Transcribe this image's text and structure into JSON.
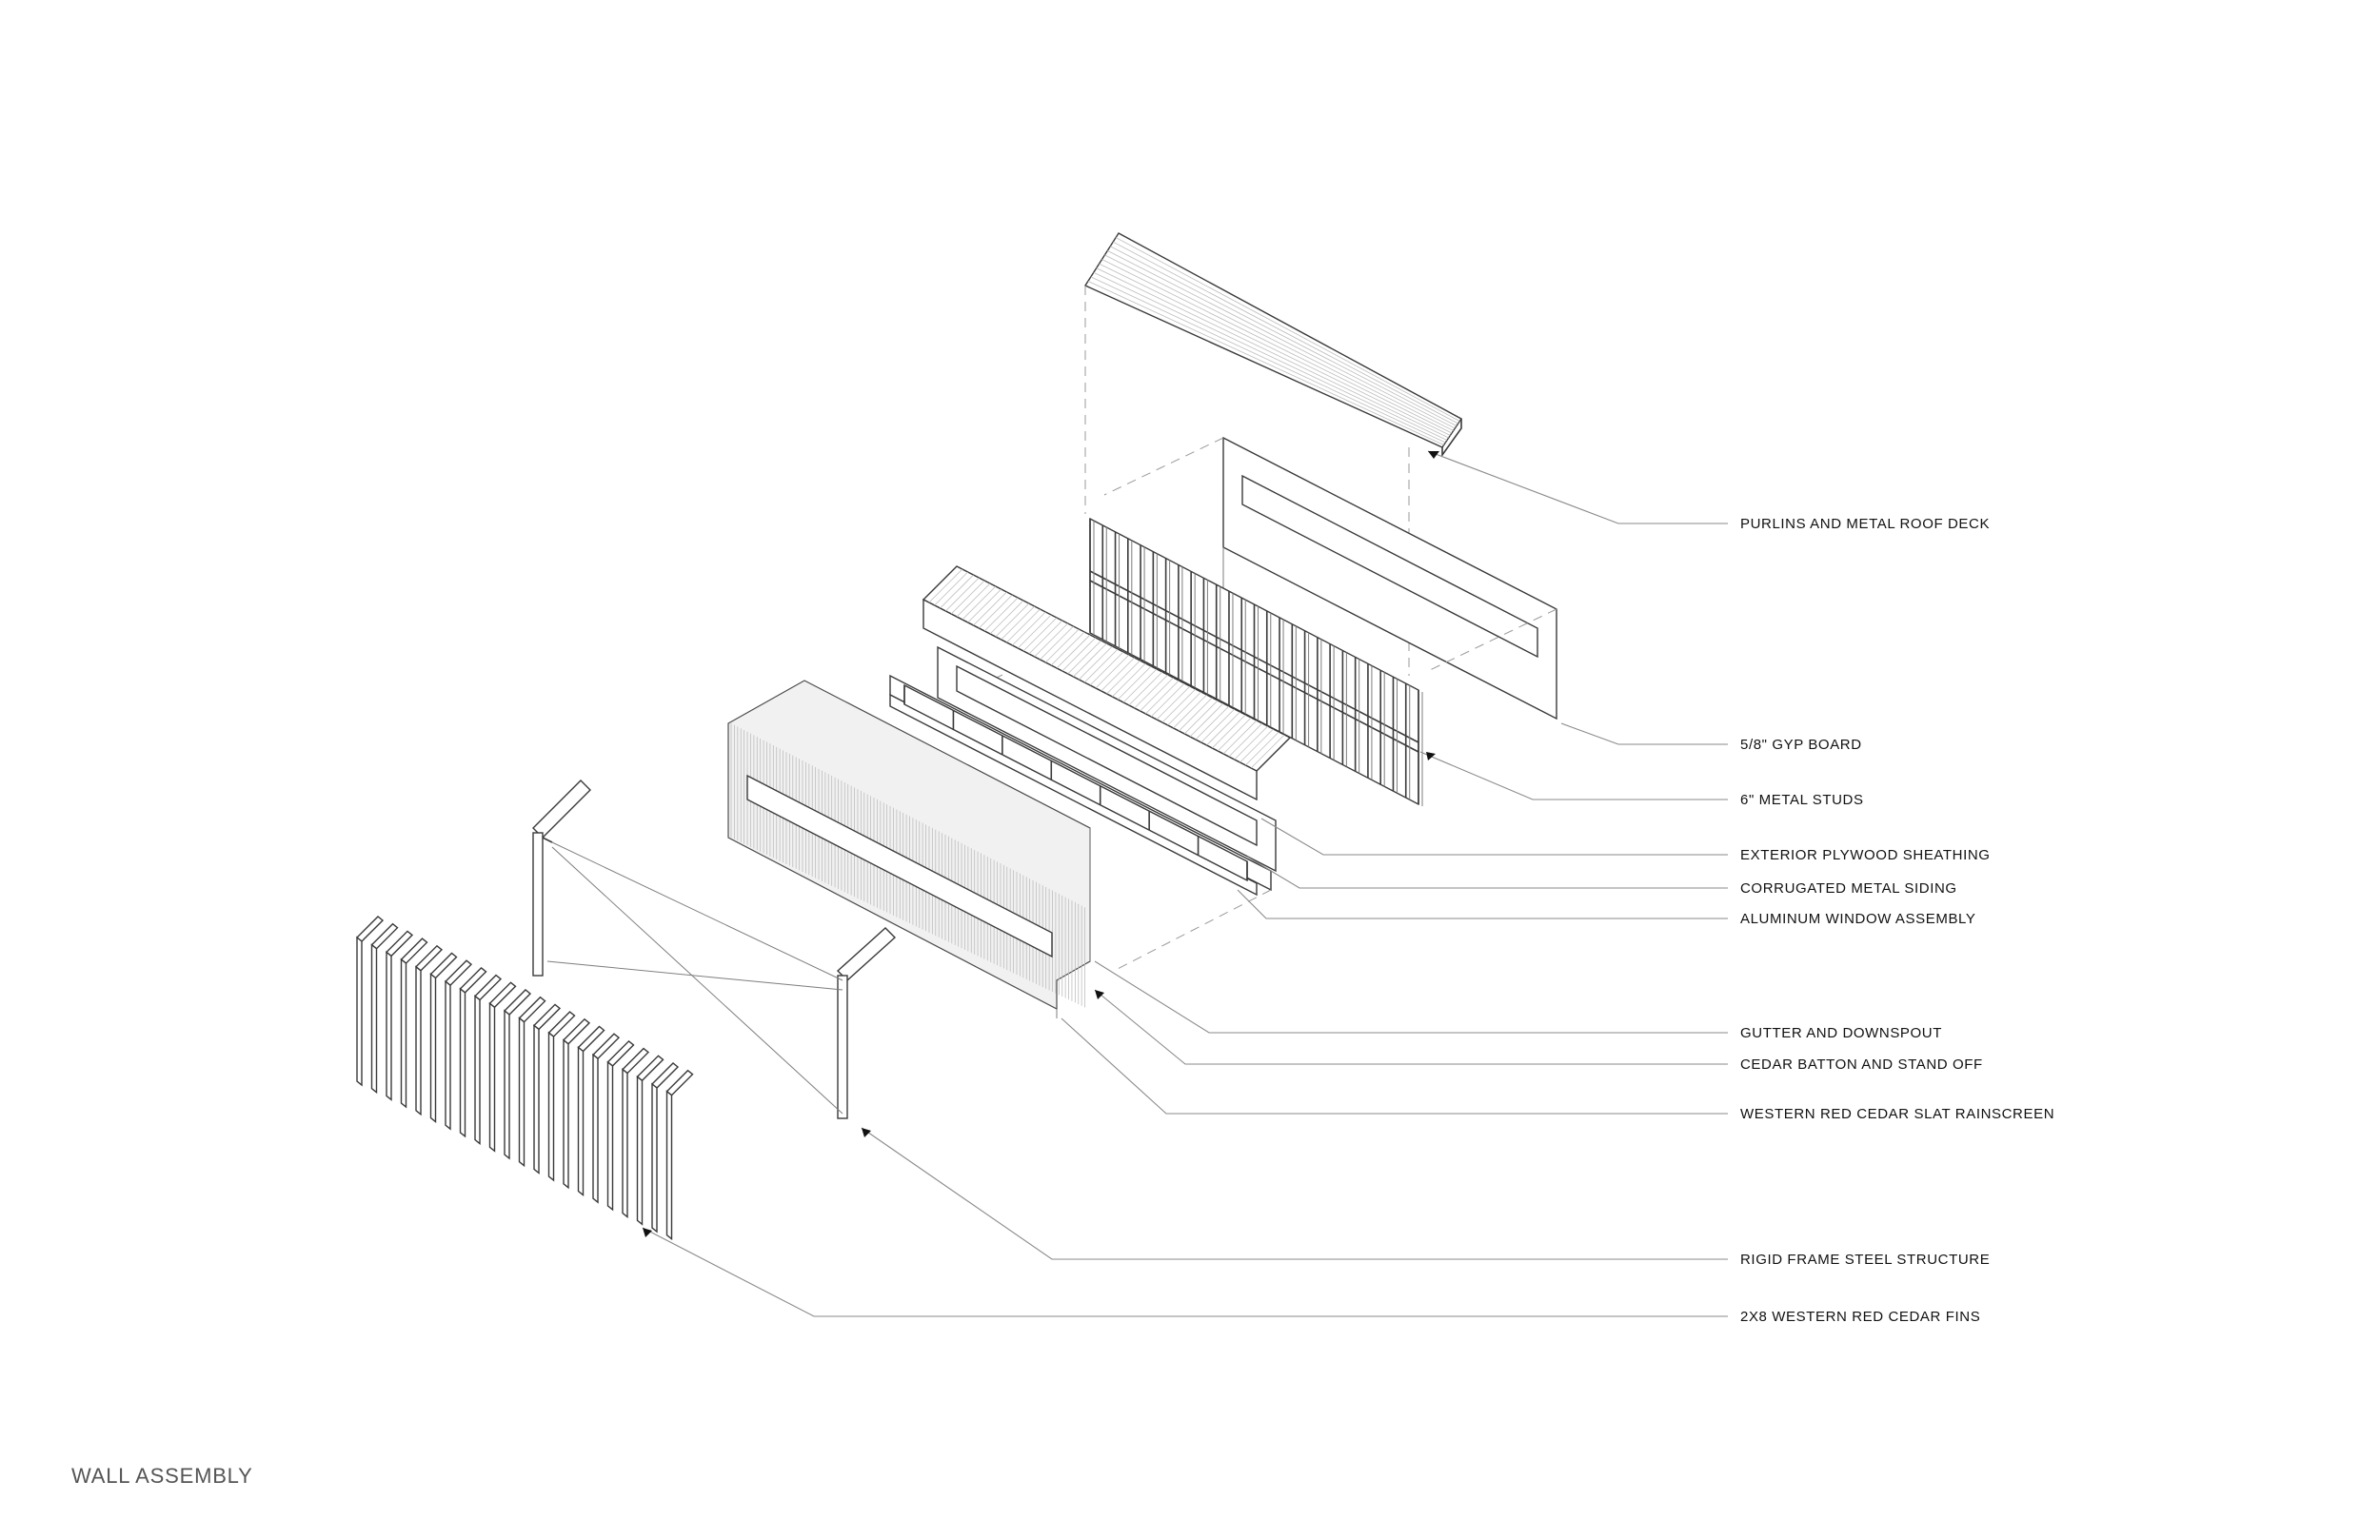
{
  "caption": "WALL ASSEMBLY",
  "callouts": [
    {
      "id": "roof-deck",
      "text": "PURLINS AND METAL ROOF DECK"
    },
    {
      "id": "gyp-board",
      "text": "5/8\" GYP BOARD"
    },
    {
      "id": "metal-studs",
      "text": "6\" METAL STUDS"
    },
    {
      "id": "plywood-sheathing",
      "text": "EXTERIOR PLYWOOD SHEATHING"
    },
    {
      "id": "metal-siding",
      "text": "CORRUGATED METAL SIDING"
    },
    {
      "id": "window-assembly",
      "text": "ALUMINUM WINDOW ASSEMBLY"
    },
    {
      "id": "gutter",
      "text": "GUTTER AND DOWNSPOUT"
    },
    {
      "id": "cedar-batton",
      "text": "CEDAR BATTON AND STAND OFF"
    },
    {
      "id": "cedar-rainscreen",
      "text": "WESTERN RED CEDAR SLAT RAINSCREEN"
    },
    {
      "id": "steel-structure",
      "text": "RIGID FRAME STEEL STRUCTURE"
    },
    {
      "id": "cedar-fins",
      "text": "2X8 WESTERN RED CEDAR FINS"
    }
  ]
}
